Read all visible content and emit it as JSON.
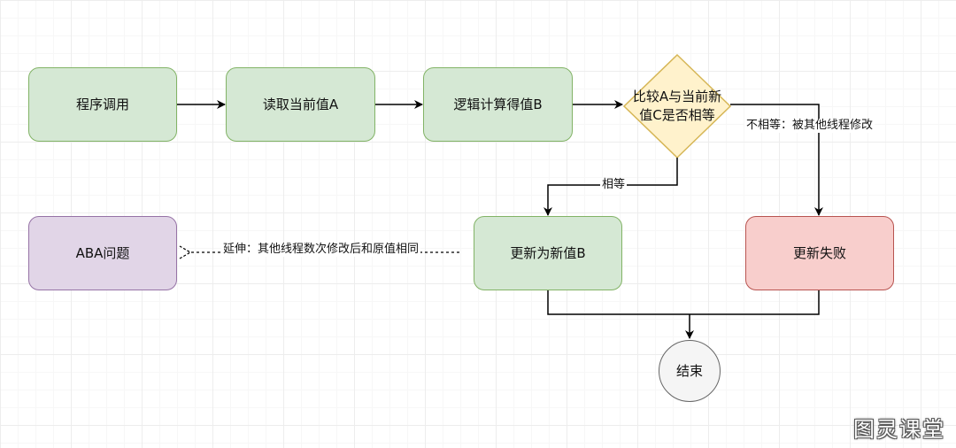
{
  "nodes": {
    "call": "程序调用",
    "read": "读取当前值A",
    "compute": "逻辑计算得值B",
    "compare_line1": "比较A与当前新",
    "compare_line2": "值C是否相等",
    "update_new": "更新为新值B",
    "update_fail": "更新失败",
    "aba": "ABA问题",
    "end": "结束"
  },
  "edges": {
    "equal": "相等",
    "not_equal": "不相等：被其他线程修改",
    "extend": "延伸：其他线程数次修改后和原值相同"
  },
  "watermark": "图灵课堂",
  "colors": {
    "process_fill": "#d5e8d4",
    "process_stroke": "#82b366",
    "decision_fill": "#fff2cc",
    "decision_stroke": "#d6b656",
    "fail_fill": "#f8cecc",
    "fail_stroke": "#b85450",
    "aba_fill": "#e1d5e7",
    "aba_stroke": "#9673a6",
    "end_fill": "#f5f5f5",
    "end_stroke": "#666666"
  }
}
